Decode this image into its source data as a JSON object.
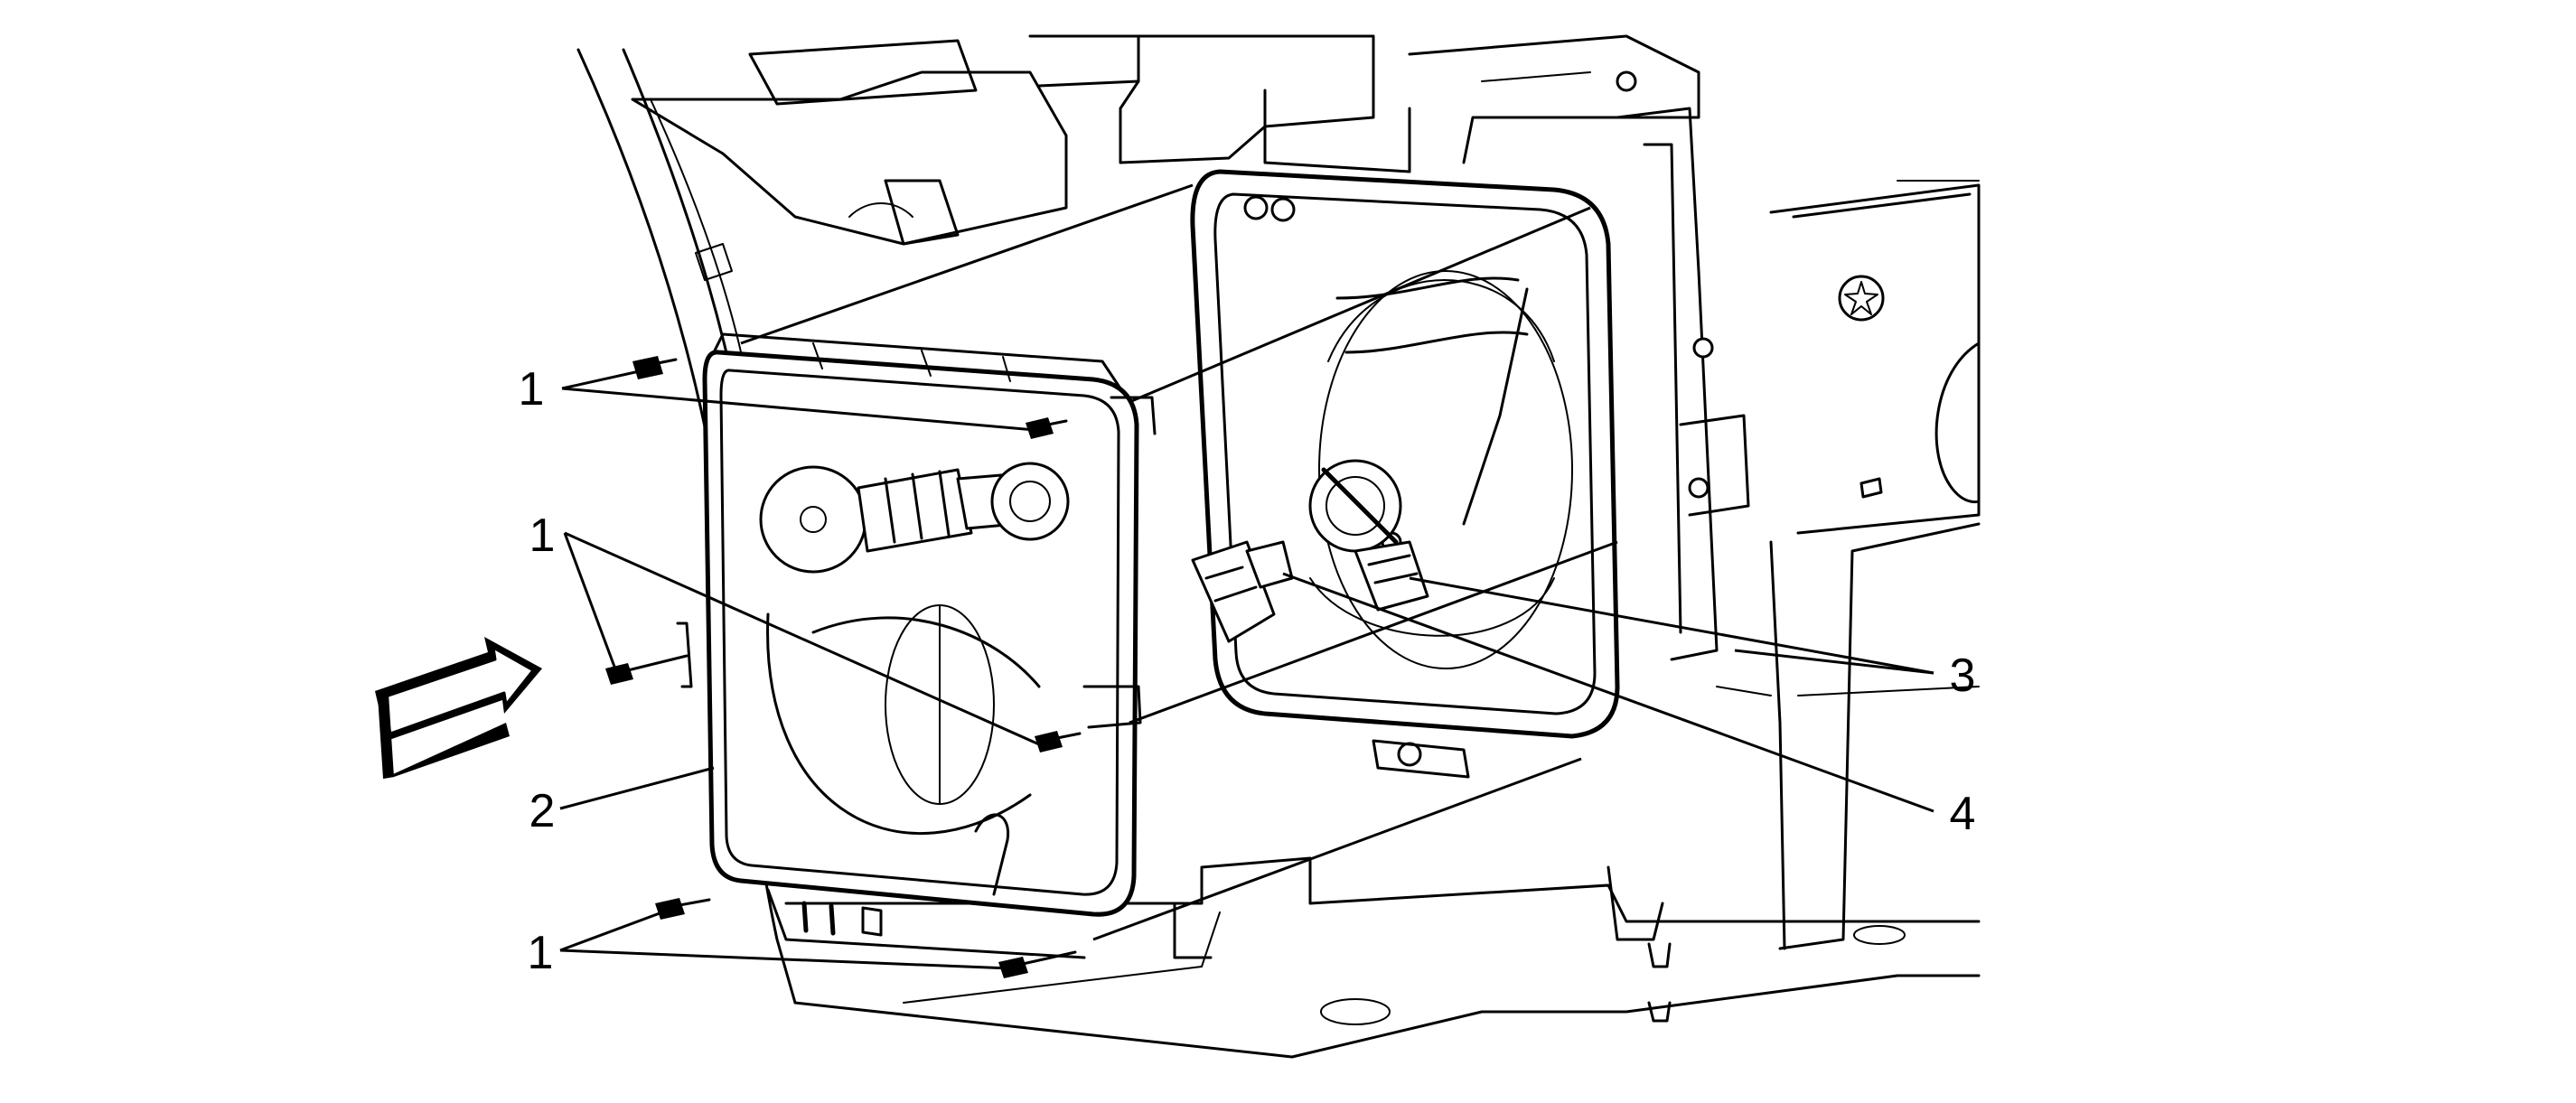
{
  "callouts": [
    {
      "id": "top-left",
      "text": "1"
    },
    {
      "id": "mid-left",
      "text": "1"
    },
    {
      "id": "bottom-left",
      "text": "1"
    },
    {
      "id": "housing",
      "text": "2"
    },
    {
      "id": "bulb",
      "text": "3"
    },
    {
      "id": "socket",
      "text": "4"
    }
  ],
  "icons": {
    "direction_arrow": "view-direction-arrow-icon",
    "screw": "screw-icon"
  },
  "colors": {
    "line": "#000000",
    "background": "#ffffff"
  }
}
